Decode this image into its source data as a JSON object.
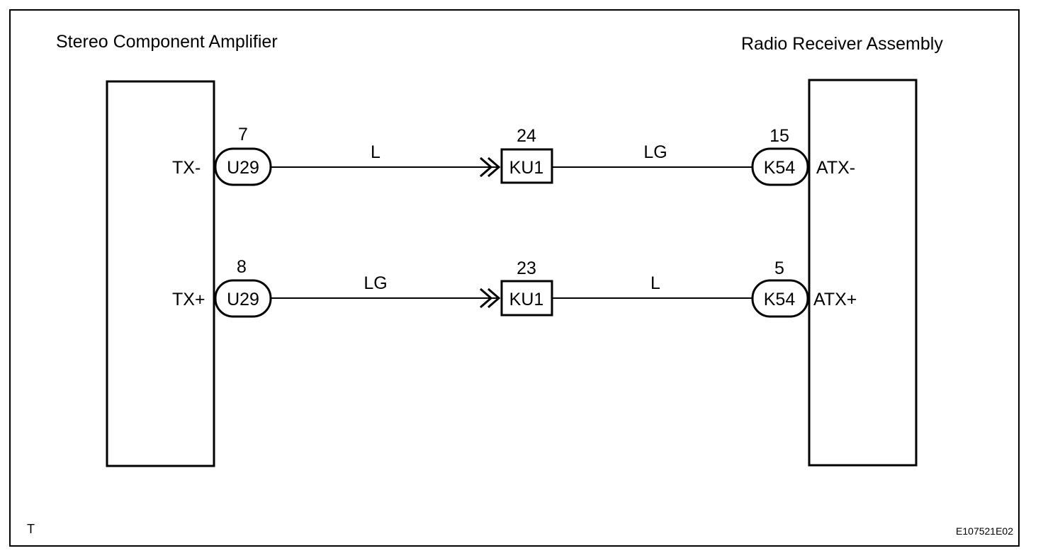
{
  "diagram": {
    "left_component": {
      "title": "Stereo Component Amplifier"
    },
    "right_component": {
      "title": "Radio Receiver Assembly"
    },
    "circuits": [
      {
        "left_terminal": "TX-",
        "left_pin": "7",
        "left_connector": "U29",
        "wire_left_color": "L",
        "junction_pin": "24",
        "junction_connector": "KU1",
        "wire_right_color": "LG",
        "right_pin": "15",
        "right_connector": "K54",
        "right_terminal": "ATX-"
      },
      {
        "left_terminal": "TX+",
        "left_pin": "8",
        "left_connector": "U29",
        "wire_left_color": "LG",
        "junction_pin": "23",
        "junction_connector": "KU1",
        "wire_right_color": "L",
        "right_pin": "5",
        "right_connector": "K54",
        "right_terminal": "ATX+"
      }
    ],
    "corner_mark": "T",
    "figure_code": "E107521E02"
  }
}
